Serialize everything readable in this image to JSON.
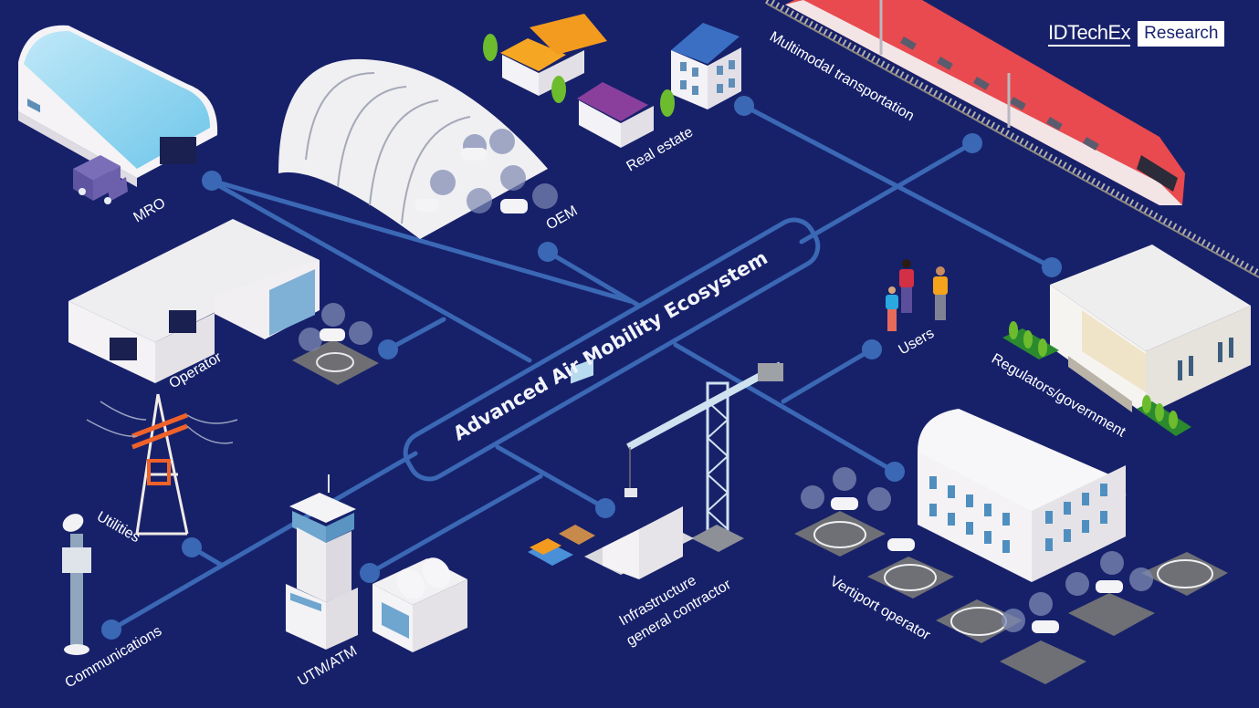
{
  "brand": {
    "logo": "IDTechEx",
    "tag": "Research"
  },
  "title": "Advanced Air Mobility Ecosystem",
  "colors": {
    "background": "#17216a",
    "network": "#3b68b5",
    "label": "#ffffff"
  },
  "stakeholders": {
    "mro": "MRO",
    "oem": "OEM",
    "real_estate": "Real estate",
    "multimodal": "Multimodal transportation",
    "operator": "Operator",
    "users": "Users",
    "regulators": "Regulators/government",
    "utilities": "Utilities",
    "communications": "Communications",
    "utm_atm": "UTM/ATM",
    "infrastructure_line1": "Infrastructure",
    "infrastructure_line2": "general contractor",
    "vertiport": "Vertiport operator"
  }
}
